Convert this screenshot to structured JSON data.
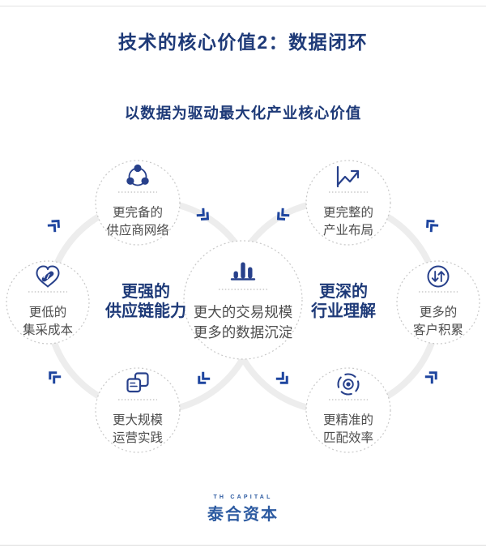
{
  "page": {
    "title": "技术的核心价值2：数据闭环",
    "subtitle": "以数据为驱动最大化产业核心价值"
  },
  "diagram": {
    "nodes": {
      "top_left": {
        "icon": "network-icon",
        "line1": "更完备的",
        "line2": "供应商网络"
      },
      "top_right": {
        "icon": "trend-chart-icon",
        "line1": "更完整的",
        "line2": "产业布局"
      },
      "left": {
        "icon": "handshake-heart-icon",
        "line1": "更低的",
        "line2": "集采成本"
      },
      "right": {
        "icon": "arrows-up-down-icon",
        "line1": "更多的",
        "line2": "客户积累"
      },
      "bottom_left": {
        "icon": "documents-icon",
        "line1": "更大规模",
        "line2": "运营实践"
      },
      "bottom_right": {
        "icon": "target-icon",
        "line1": "更精准的",
        "line2": "匹配效率"
      },
      "center": {
        "icon": "bar-chart-icon",
        "line1": "更大的交易规模",
        "line2": "更多的数据沉淀"
      }
    },
    "labels": {
      "left": {
        "line1": "更强的",
        "line2": "供应链能力"
      },
      "right": {
        "line1": "更深的",
        "line2": "行业理解"
      }
    }
  },
  "footer": {
    "logo_en": "TH CAPITAL",
    "logo_cn": "泰合资本"
  },
  "colors": {
    "navy": "#1e3a78",
    "icon_blue": "#27408b",
    "chevron_blue": "#1e459f",
    "loop_gray": "#ededed",
    "dot_border": "#c8c8c8",
    "logo_blue": "#2d5ba1"
  }
}
